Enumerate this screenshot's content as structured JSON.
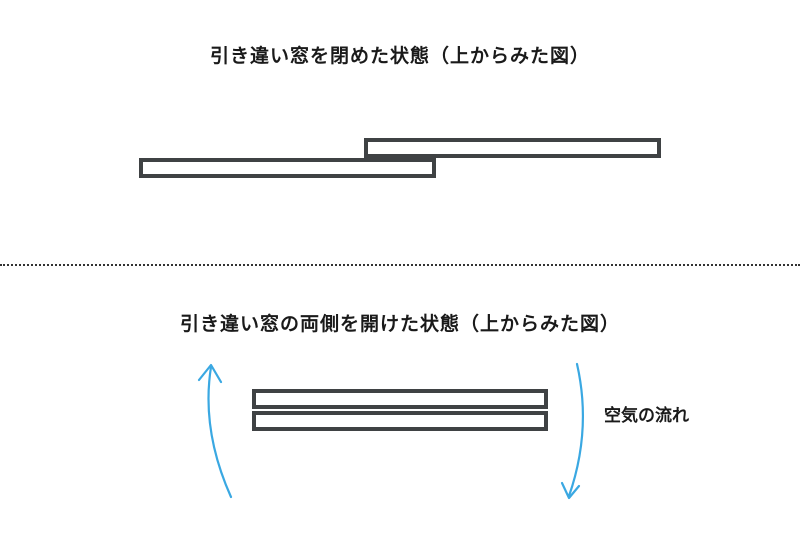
{
  "diagram": {
    "closed_state_title": "引き違い窓を閉めた状態（上からみた図）",
    "open_state_title": "引き違い窓の両側を開けた状態（上からみた図）",
    "airflow_label": "空気の流れ",
    "colors": {
      "pane_border": "#3f4244",
      "arrow": "#3aa8e2",
      "text": "#1a1a1a",
      "divider": "#333333"
    }
  }
}
